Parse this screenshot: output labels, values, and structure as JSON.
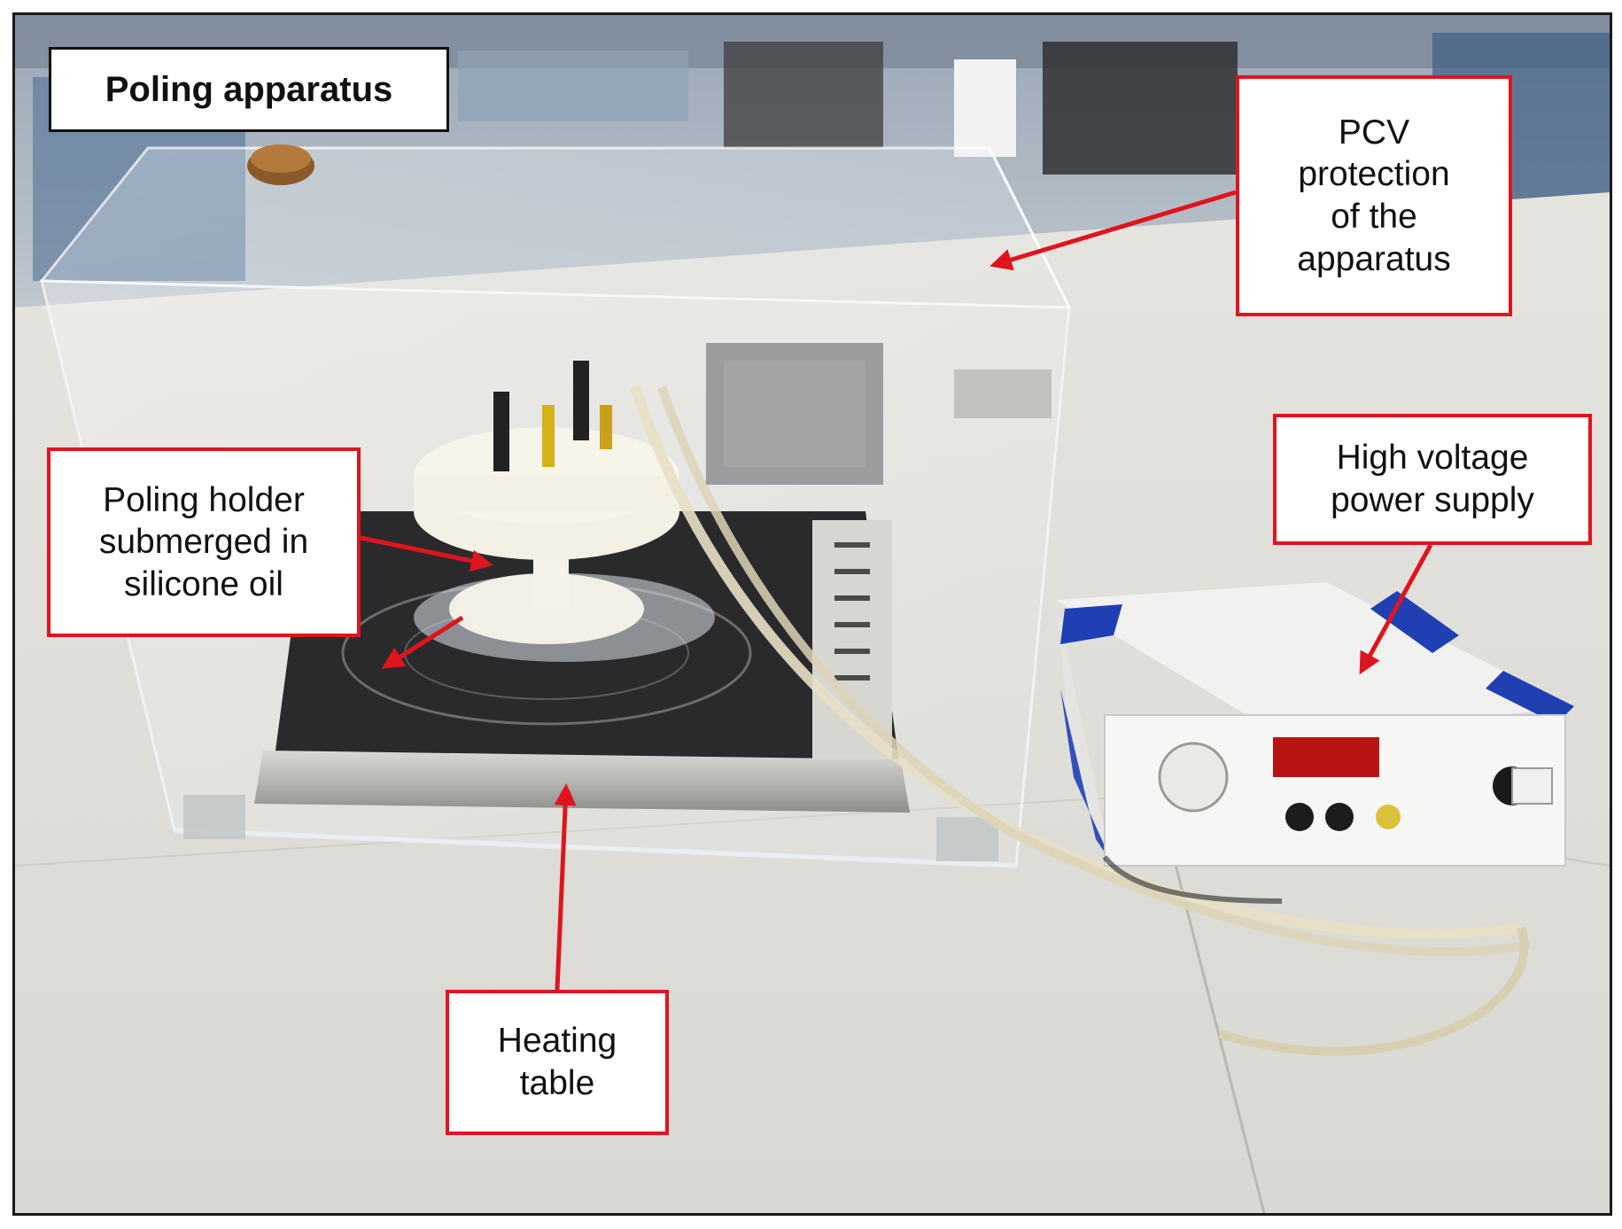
{
  "figure": {
    "title": "Poling apparatus",
    "labels": {
      "pcv": [
        "PCV",
        "protection",
        "of the",
        "apparatus"
      ],
      "holder": [
        "Poling holder",
        "submerged in",
        "silicone oil"
      ],
      "hv": [
        "High voltage",
        "power supply"
      ],
      "heating": [
        "Heating",
        "table"
      ]
    },
    "display_color": "#b81414",
    "arrow_color": "#e0141e",
    "label_border_color": "#e0141e"
  }
}
